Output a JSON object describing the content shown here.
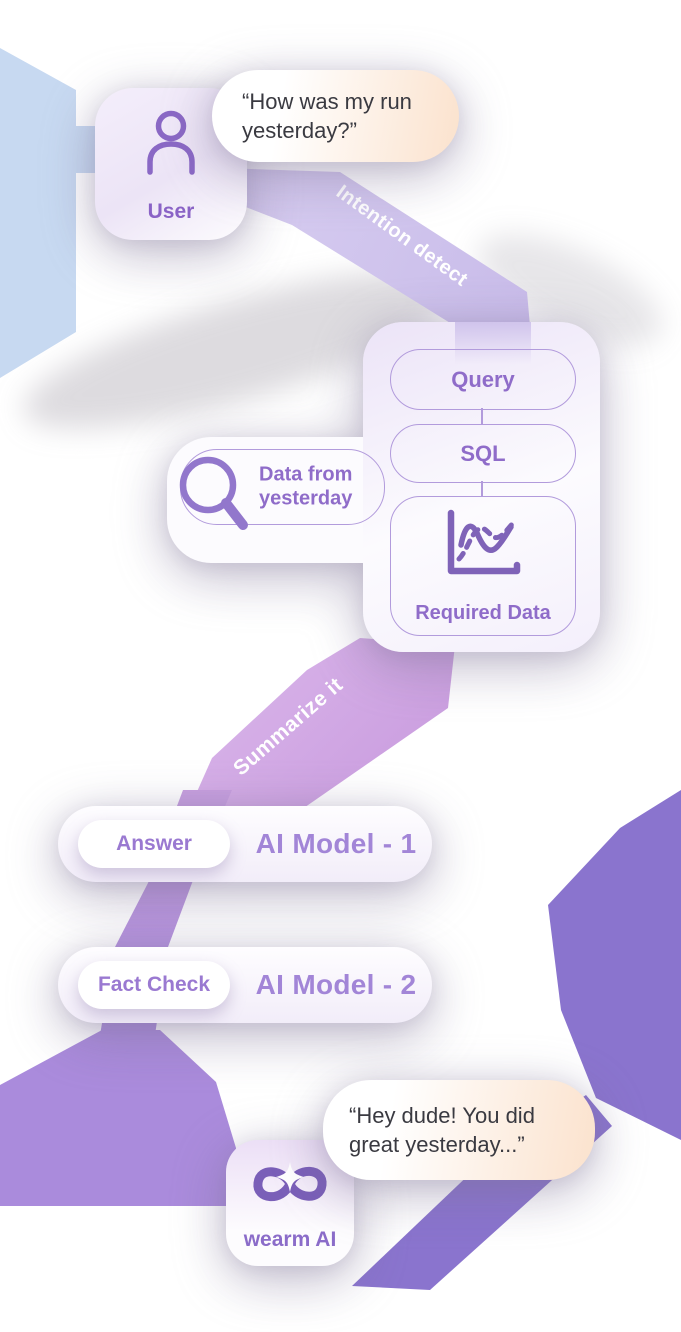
{
  "palette": {
    "purple_text": "#8f6cc9",
    "purple_border": "#b29bdc",
    "model_text": "#a285d7",
    "icon_purple": "#8a68c5",
    "logo_purple": "#7a5fb8",
    "intention_ribbon": "#cfc3ec",
    "summarize_ribbon": "#cc9fdf",
    "connector_ribbon": "#ab8cdd",
    "blob_purple": "#8a74ce",
    "blue_ribbon": "#c7d9f1",
    "peach": "#fbe2cd",
    "dark_text": "#3a3a41"
  },
  "user_section": {
    "card_label": "User",
    "bubble_line1": "“How was my run",
    "bubble_line2": "yesterday?”"
  },
  "flows": {
    "intention": "Intention detect",
    "summarize": "Summarize it"
  },
  "process": {
    "query": "Query",
    "sql": "SQL",
    "required": "Required Data",
    "data_line1": "Data from",
    "data_line2": "yesterday"
  },
  "models": [
    {
      "pill": "Answer",
      "name": "AI Model - 1"
    },
    {
      "pill": "Fact Check",
      "name": "AI Model - 2"
    }
  ],
  "output_section": {
    "bubble_line1": "“Hey dude! You did",
    "bubble_line2": "great yesterday...”",
    "brand": "wearm AI"
  },
  "icons": {
    "user": "person-icon",
    "search": "magnifier-icon",
    "chart": "line-chart-icon",
    "logo": "infinity-logo-icon"
  }
}
